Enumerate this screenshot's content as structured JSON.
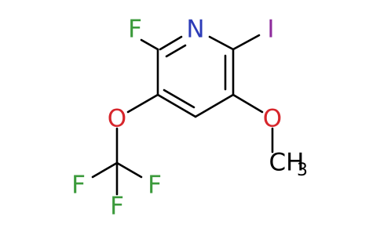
{
  "molecule": {
    "atoms": {
      "nitrogen": "N",
      "fluoro_ring": "F",
      "iodo": "I",
      "ether_oxygen_left": "O",
      "ether_oxygen_right": "O",
      "cf3_fluorine_left": "F",
      "cf3_fluorine_right": "F",
      "cf3_fluorine_bottom": "F",
      "methyl_carbon": "CH",
      "methyl_subscript": "3"
    },
    "colors": {
      "nitrogen": "#2d3cb8",
      "oxygen": "#d7262c",
      "fluorine": "#3b9a3b",
      "iodine": "#8e2b9c",
      "carbon": "#000000",
      "bond": "#000000"
    }
  }
}
